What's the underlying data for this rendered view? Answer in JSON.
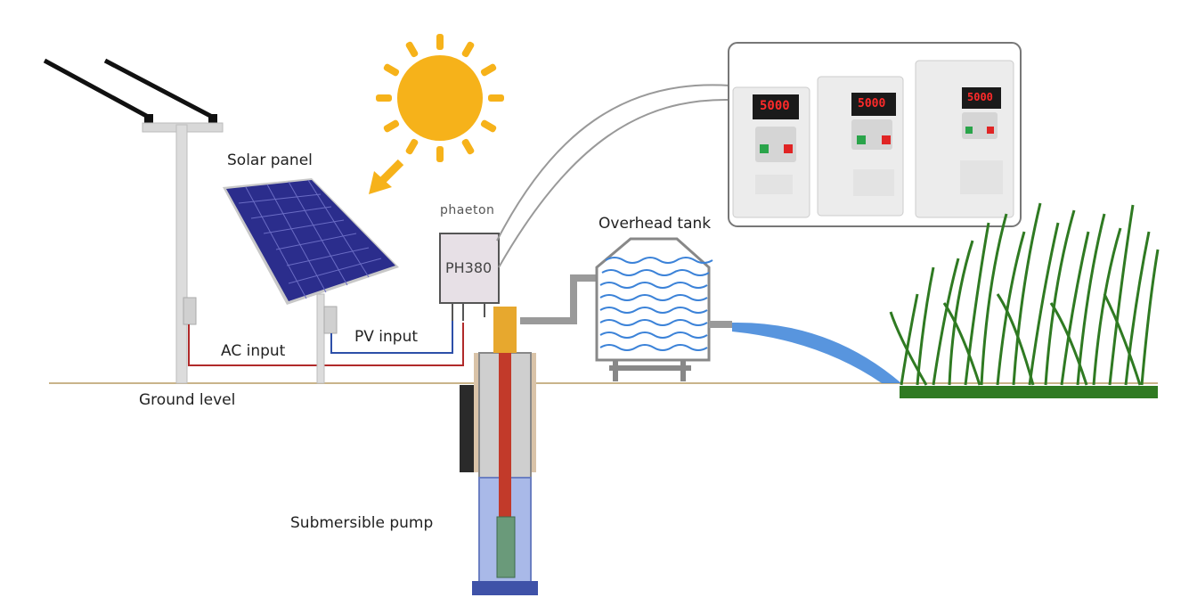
{
  "labels": {
    "solar_panel": "Solar panel",
    "brand": "phaeton",
    "model": "PH380",
    "overhead_tank": "Overhead tank",
    "pv_input": "PV input",
    "ac_input": "AC input",
    "ground_level": "Ground level",
    "submersible_pump": "Submersible pump"
  },
  "inverter_display": [
    "5000",
    "5000",
    "5000"
  ],
  "colors": {
    "sun": "#f6b21a",
    "panel": "#2b2d8c",
    "ac_wire": "#b02a2a",
    "pv_wire": "#2d4fa8",
    "water": "#3b82d8",
    "grass": "#2f7a22",
    "ground": "#c9b48a"
  }
}
